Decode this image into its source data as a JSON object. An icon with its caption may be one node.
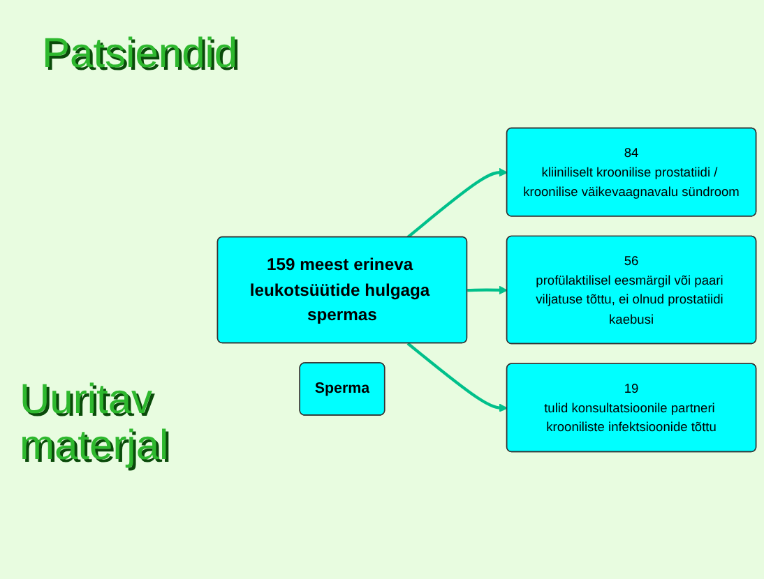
{
  "diagram": {
    "nodes": [
      {
        "text": [
          "159 meest erineva leukotsüütide hulgaga spermas"
        ]
      },
      {
        "text": [
          "84",
          "kliiniliselt kroonilise prostatiidi / kroonilise väikevaagnavalu sündroom"
        ]
      },
      {
        "text": [
          "56",
          "profülaktilisel eesmärgil või paari viljatuse tõttu, ei olnud prostatiidi kaebusi"
        ]
      },
      {
        "text": [
          "19",
          "tulid konsultatsioonile partneri krooniliste infektsioonide tõttu"
        ]
      },
      {
        "text": [
          "Sperma"
        ]
      }
    ],
    "edges": [
      {
        "from": 0,
        "to": 1,
        "arrow": "to"
      },
      {
        "from": 0,
        "to": 2,
        "arrow": "to"
      },
      {
        "from": 0,
        "to": 3,
        "arrow": "to"
      }
    ],
    "labels": [
      "Patsiendid",
      "Uuritav materjal"
    ]
  }
}
